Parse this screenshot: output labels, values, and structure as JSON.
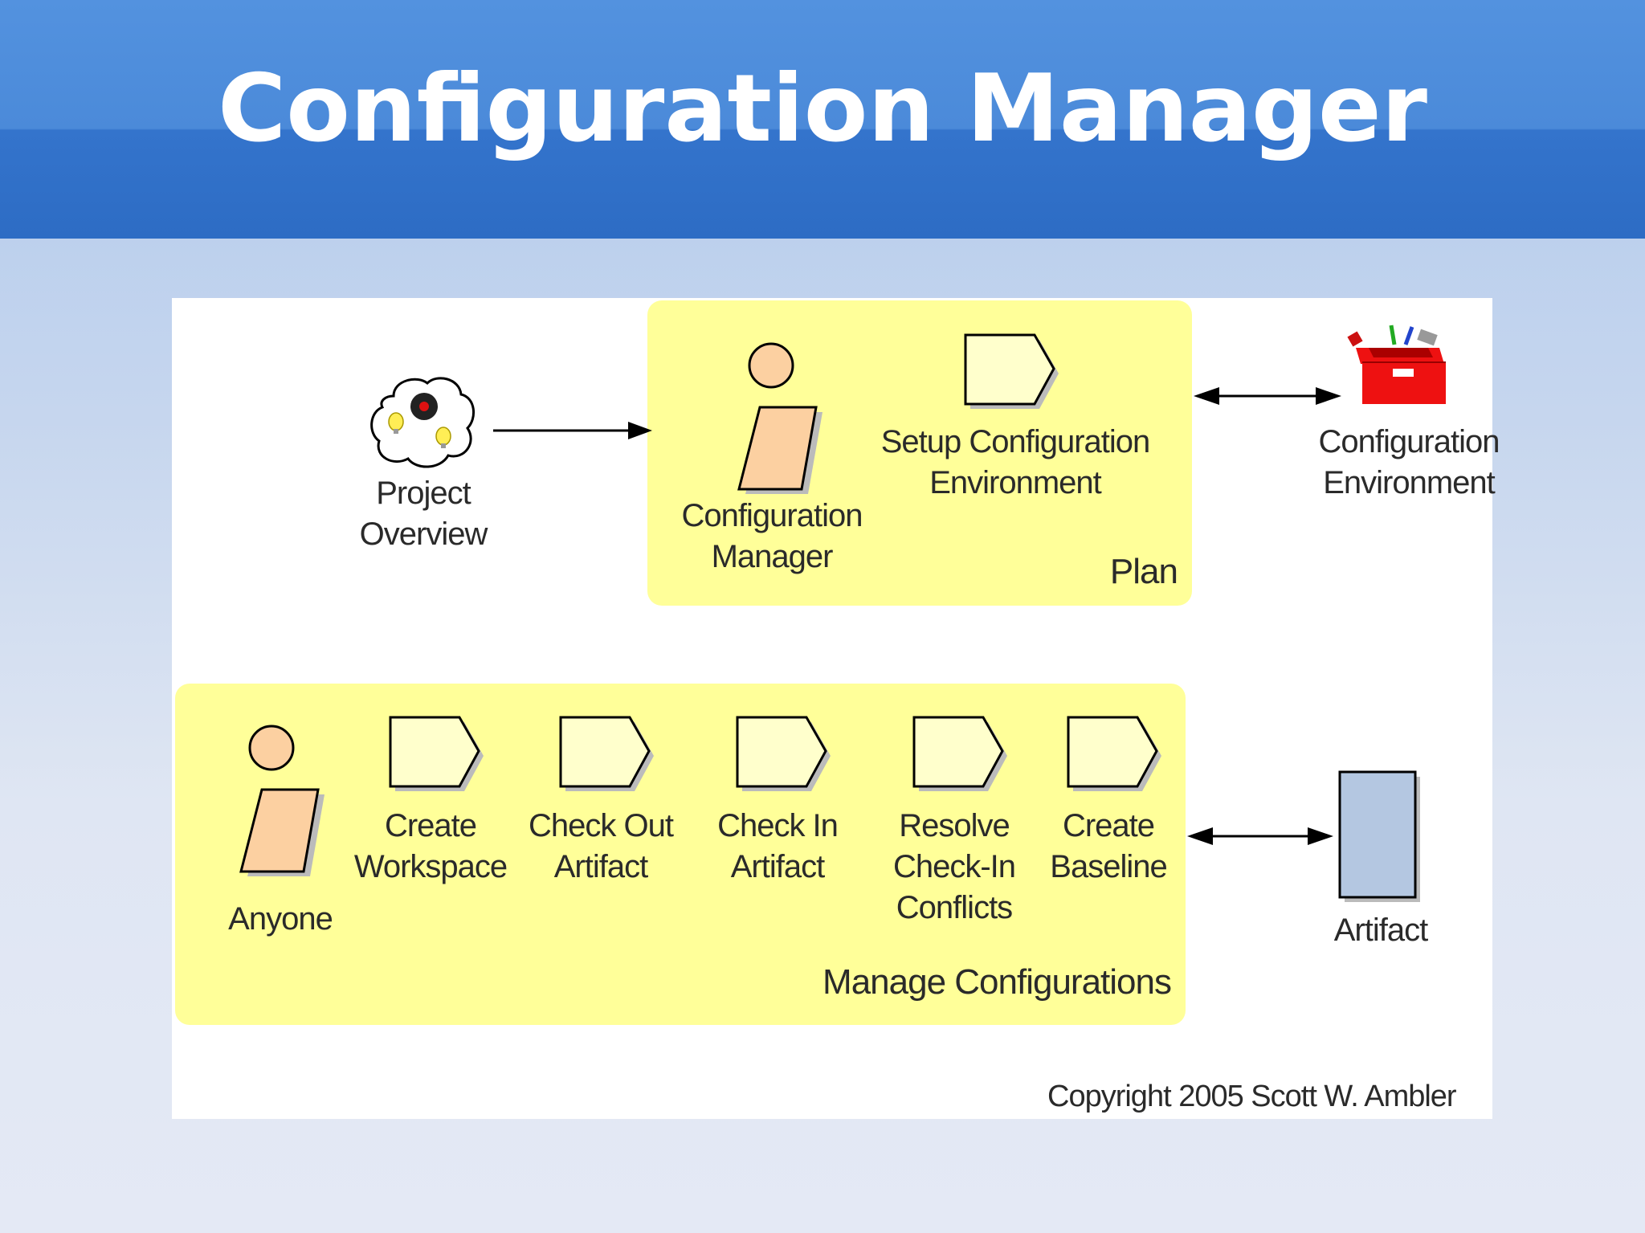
{
  "slide": {
    "title": "Configuration Manager"
  },
  "diagram": {
    "project_overview": {
      "label": "Project\nOverview",
      "icon": "thought-cloud-icon"
    },
    "plan": {
      "lane_title": "Plan",
      "role": {
        "label": "Configuration\nManager",
        "icon": "person-icon"
      },
      "activities": [
        {
          "label": "Setup Configuration\nEnvironment",
          "icon": "activity-icon"
        }
      ]
    },
    "configuration_environment": {
      "label": "Configuration\nEnvironment",
      "icon": "toolbox-icon"
    },
    "manage": {
      "lane_title": "Manage Configurations",
      "role": {
        "label": "Anyone",
        "icon": "person-icon"
      },
      "activities": [
        {
          "label": "Create\nWorkspace",
          "icon": "activity-icon"
        },
        {
          "label": "Check Out\nArtifact",
          "icon": "activity-icon"
        },
        {
          "label": "Check In\nArtifact",
          "icon": "activity-icon"
        },
        {
          "label": "Resolve\nCheck-In\nConflicts",
          "icon": "activity-icon"
        },
        {
          "label": "Create\nBaseline",
          "icon": "activity-icon"
        }
      ]
    },
    "artifact": {
      "label": "Artifact",
      "icon": "artifact-icon"
    },
    "copyright": "Copyright 2005 Scott W. Ambler"
  },
  "colors": {
    "header_blue": "#3474cc",
    "lane_yellow": "#ffff99",
    "activity_fill": "#ffffcc",
    "person_body": "#fcd0a1",
    "artifact_fill": "#b4c7e1",
    "toolbox_red": "#ee1111"
  }
}
